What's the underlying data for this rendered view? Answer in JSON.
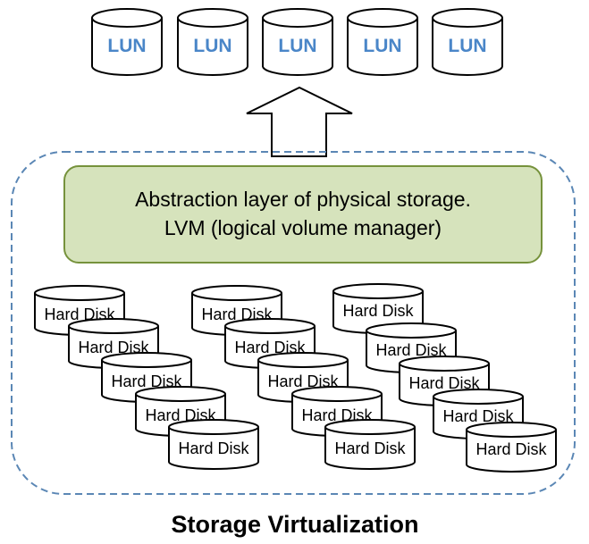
{
  "luns": [
    "LUN",
    "LUN",
    "LUN",
    "LUN",
    "LUN"
  ],
  "abstraction_layer": {
    "line1": "Abstraction layer of physical storage.",
    "line2": "LVM (logical volume manager)"
  },
  "disk_groups": [
    [
      "Hard Disk",
      "Hard Disk",
      "Hard Disk",
      "Hard Disk",
      "Hard Disk"
    ],
    [
      "Hard Disk",
      "Hard Disk",
      "Hard Disk",
      "Hard Disk",
      "Hard Disk"
    ],
    [
      "Hard Disk",
      "Hard Disk",
      "Hard Disk",
      "Hard Disk",
      "Hard Disk"
    ]
  ],
  "caption": "Storage Virtualization",
  "colors": {
    "lun_text": "#4a86c8",
    "layer_fill": "#d6e3bc",
    "layer_stroke": "#76923c",
    "boundary_stroke": "#5b87b5"
  }
}
